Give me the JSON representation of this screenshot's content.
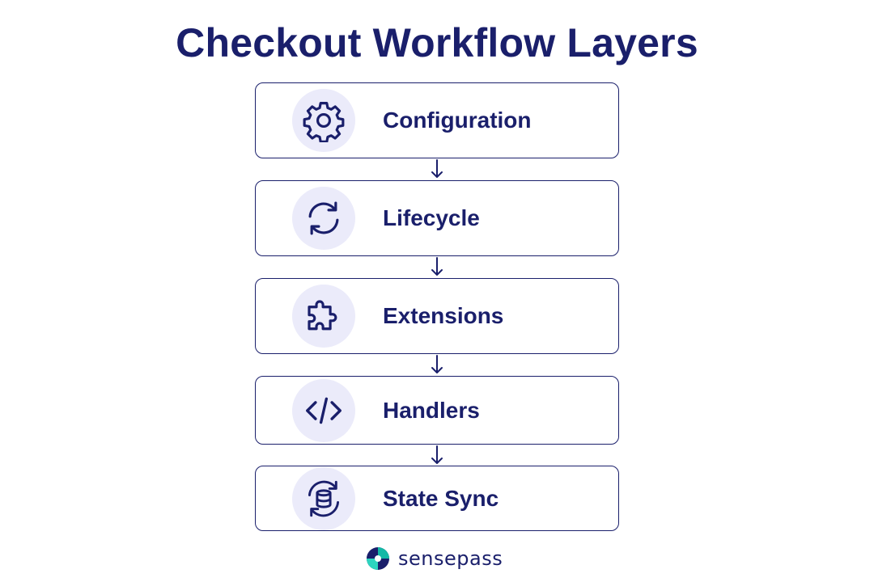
{
  "title": "Checkout Workflow Layers",
  "layers": [
    {
      "label": "Configuration",
      "icon": "gear-icon"
    },
    {
      "label": "Lifecycle",
      "icon": "refresh-cycle-icon"
    },
    {
      "label": "Extensions",
      "icon": "puzzle-piece-icon"
    },
    {
      "label": "Handlers",
      "icon": "code-brackets-icon"
    },
    {
      "label": "State Sync",
      "icon": "database-sync-icon"
    }
  ],
  "brand": {
    "name": "sensepass",
    "logo": "sensepass-logo-icon"
  },
  "colors": {
    "primary": "#1a1f6b",
    "icon_bg": "#ebebfa",
    "logo_teal": "#14b8a6"
  }
}
